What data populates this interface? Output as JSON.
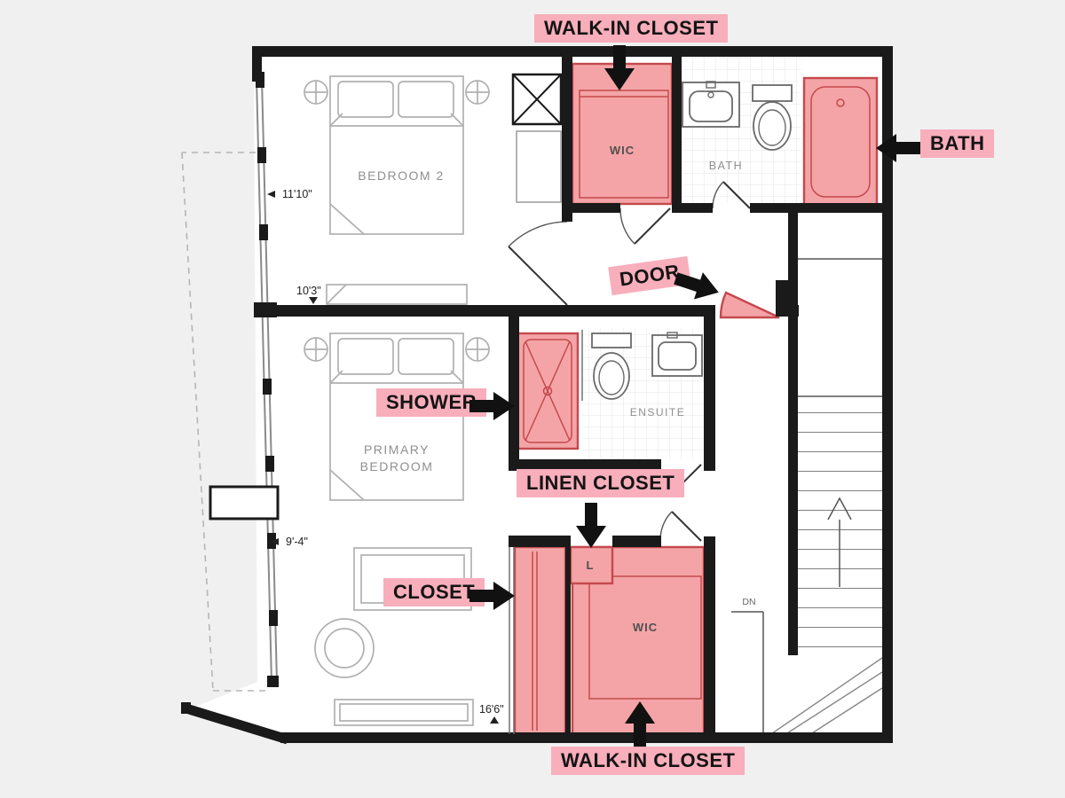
{
  "annotations": {
    "wic_top": "WALK-IN CLOSET",
    "bath": "BATH",
    "door": "DOOR",
    "shower": "SHOWER",
    "linen": "LINEN CLOSET",
    "closet": "CLOSET",
    "wic_bottom": "WALK-IN CLOSET"
  },
  "rooms": {
    "bedroom2": "BEDROOM 2",
    "primary_line1": "PRIMARY",
    "primary_line2": "BEDROOM",
    "bath": "BATH",
    "ensuite": "ENSUITE",
    "wic_top": "WIC",
    "wic_bottom": "WIC",
    "linen": "L",
    "stairs_dn": "DN"
  },
  "dimensions": {
    "bedroom2_width": "11'10\"",
    "bedroom2_depth": "10'3\"",
    "primary_width": "9'-4\"",
    "primary_depth": "16'6\""
  },
  "colors": {
    "wall": "#1a1a1a",
    "floor": "#ffffff",
    "bg": "#f0f0f1",
    "furn": "#b0b0b0",
    "fix": "#6a6a6a",
    "tile": "#e4e4e4",
    "hl_fill": "#f4a4a6",
    "hl_stroke": "#c4494d",
    "label_bg": "#f8aebb",
    "label_text": "#141414",
    "room_text": "#8f8f8f",
    "dim_text": "#222222"
  }
}
